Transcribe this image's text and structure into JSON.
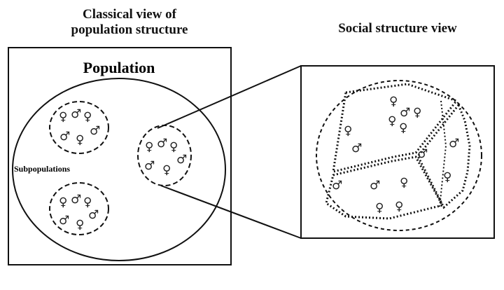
{
  "captions": {
    "classical_line1": "Classical view of",
    "classical_line2": "population structure",
    "social": "Social structure view"
  },
  "labels": {
    "population": "Population",
    "subpopulations": "Subpopulations"
  },
  "symbols": {
    "female": "♀",
    "male": "♂"
  },
  "colors": {
    "stroke": "#111111",
    "background": "#ffffff"
  }
}
